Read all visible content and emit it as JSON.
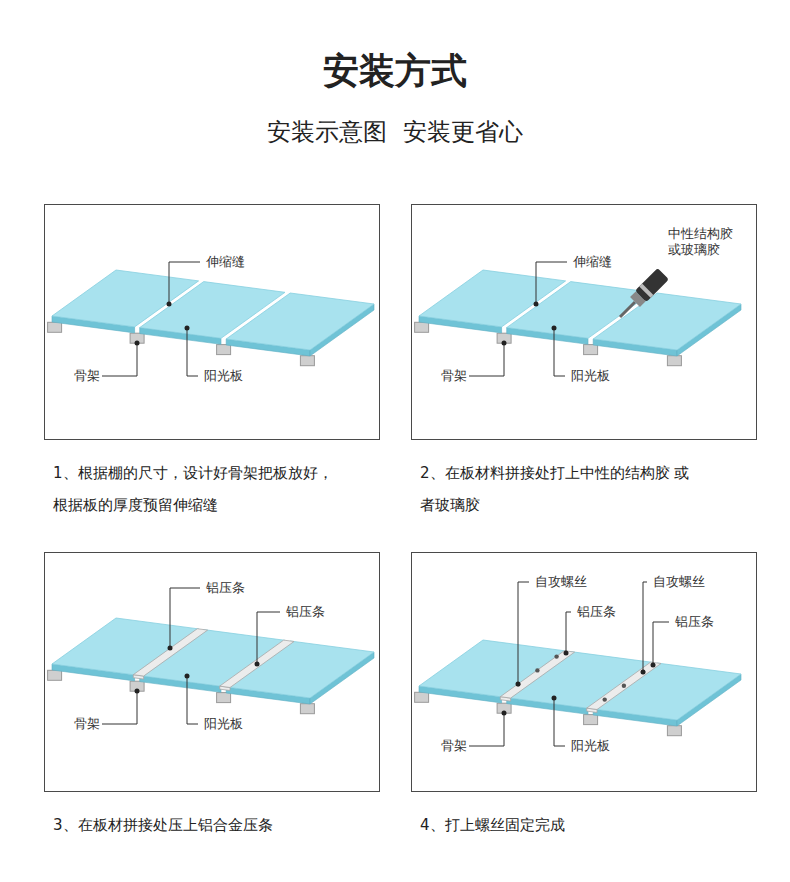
{
  "diagram": {
    "title": "安装方式",
    "nodes": [
      {
        "text": [
          "1、根据棚的尺寸，设计好骨架把板放好， 根据板的厚度预留伸缩缝"
        ]
      },
      {
        "text": [
          "2、在板材料拼接处打上中性的结构胶 或者玻璃胶"
        ]
      },
      {
        "text": [
          "3、在板材拼接处压上铝合金压条"
        ]
      },
      {
        "text": [
          "4、打上螺丝固定完成"
        ]
      }
    ],
    "labels": [
      "安装示意图  安装更省心",
      "伸缩缝",
      "骨架",
      "阳光板",
      "伸缩缝",
      "中性结构胶 或玻璃胶",
      "骨架",
      "阳光板",
      "铝压条",
      "铝压条",
      "骨架",
      "阳光板",
      "自攻螺丝",
      "自攻螺丝",
      "铝压条",
      "铝压条",
      "骨架",
      "阳光板"
    ]
  }
}
